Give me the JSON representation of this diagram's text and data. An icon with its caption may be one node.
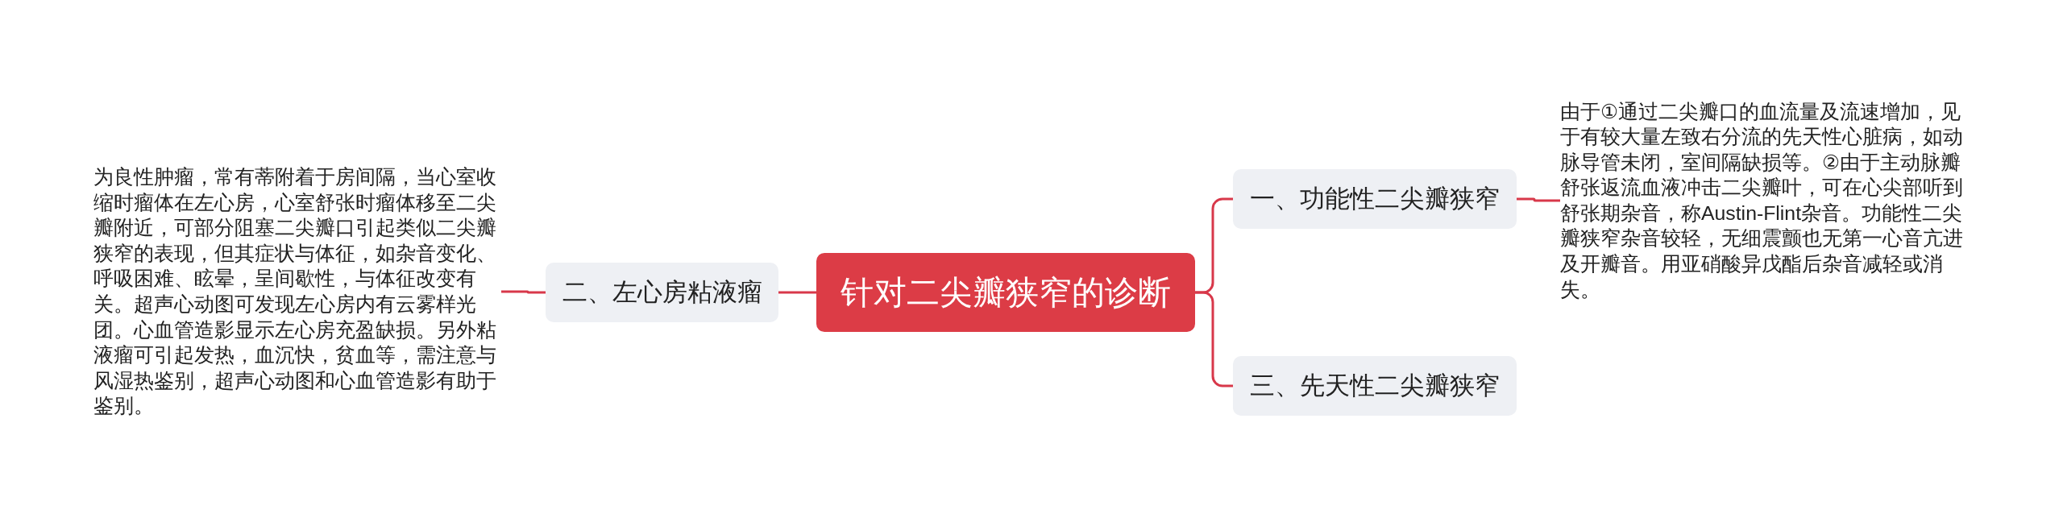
{
  "diagram": {
    "nodes": [
      {
        "text": [
          "针对二尖瓣狭窄的诊断"
        ]
      },
      {
        "text": [
          "一、功能性二尖瓣狭窄"
        ]
      },
      {
        "text": [
          "由于①通过二尖瓣口的血流量及流速增加，见于有较大量左致右分流的先天性心脏病，如动脉导管未闭，室间隔缺损等。②由于主动脉瓣舒张返流血液冲击二尖瓣叶，可在心尖部听到舒张期杂音，称Austin-Flint杂音。功能性二尖瓣狭窄杂音较轻，无细震颤也无第一心音亢进及开瓣音。用亚硝酸异戊酯后杂音减轻或消失。"
        ]
      },
      {
        "text": [
          "二、左心房粘液瘤"
        ]
      },
      {
        "text": [
          "为良性肿瘤，常有蒂附着于房间隔，当心室收缩时瘤体在左心房，心室舒张时瘤体移至二尖瓣附近，可部分阻塞二尖瓣口引起类似二尖瓣狭窄的表现，但其症状与体征，如杂音变化、呼吸困难、眩晕，呈间歇性，与体征改变有关。超声心动图可发现左心房内有云雾样光团。心血管造影显示左心房充盈缺损。另外粘液瘤可引起发热，血沉快，贫血等，需注意与风湿热鉴别，超声心动图和心血管造影有助于鉴别。"
        ]
      },
      {
        "text": [
          "三、先天性二尖瓣狭窄"
        ]
      }
    ],
    "edges": [
      {
        "from": 0,
        "to": 1,
        "arrow": "none"
      },
      {
        "from": 1,
        "to": 2,
        "arrow": "none"
      },
      {
        "from": 0,
        "to": 3,
        "arrow": "none"
      },
      {
        "from": 3,
        "to": 4,
        "arrow": "none"
      },
      {
        "from": 0,
        "to": 5,
        "arrow": "none"
      }
    ]
  }
}
